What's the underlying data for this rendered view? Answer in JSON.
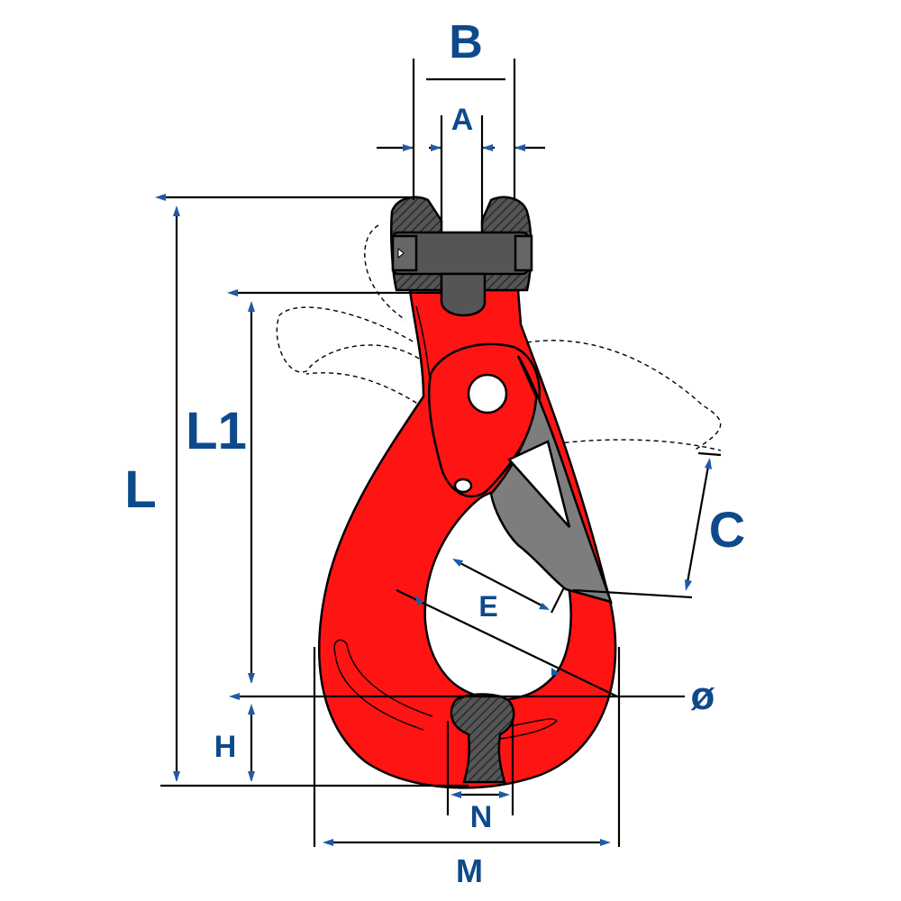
{
  "labels": {
    "B": "B",
    "A": "A",
    "L": "L",
    "L1": "L1",
    "C": "C",
    "E": "E",
    "diameter": "ø",
    "H": "H",
    "N": "N",
    "M": "M"
  },
  "colors": {
    "hook_body": "#ff1414",
    "latch": "#7d7d7d",
    "swivel": "#4a4a4a",
    "label": "#0d4a8c",
    "arrow": "#1f5aa6"
  }
}
